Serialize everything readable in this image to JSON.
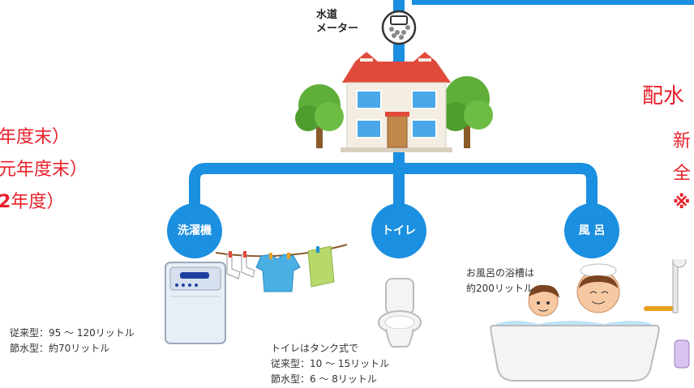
{
  "meter": {
    "line1": "水道",
    "line2": "メーター"
  },
  "left_fragments": {
    "row1": "年度末）",
    "row2": "元年度末）",
    "row3_number": "2",
    "row3_text": "年度）"
  },
  "right_fragments": {
    "row1": "配水",
    "row2": "新",
    "row3": "全",
    "row4": "※"
  },
  "branches": [
    {
      "label": "洗濯機",
      "note_lines": [
        "従来型：95 ～ 120リットル",
        "節水型：約70リットル"
      ]
    },
    {
      "label": "トイレ",
      "note_lines": [
        "トイレはタンク式で",
        "従来型：10 ～ 15リットル",
        "節水型：6 ～ 8リットル"
      ]
    },
    {
      "label": "風 呂",
      "note_lines": [
        "お風呂の浴槽は",
        "約200リットル"
      ]
    }
  ],
  "colors": {
    "pipe": "#1b8fe0",
    "accent_red": "#e8202a",
    "roof": "#e04a3a",
    "wall": "#f3ede2",
    "tree": "#5fae3a"
  }
}
